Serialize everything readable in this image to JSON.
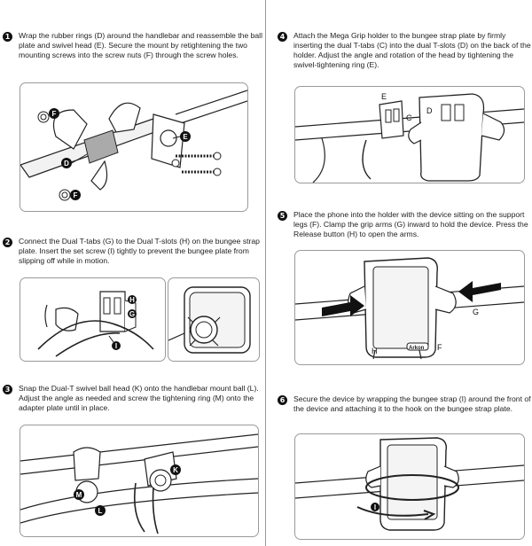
{
  "steps": [
    {
      "number": "1",
      "text": "Wrap the rubber rings (D) around the handlebar and reassemble the ball plate and swivel head (E). Secure the mount by retightening the two mounting screws into the screw nuts (F) through the screw holes."
    },
    {
      "number": "2",
      "text": "Connect the Dual T-tabs (G) to the Dual T-slots (H) on the bungee strap plate. Insert the set screw (I) tightly to prevent the bungee plate from slipping off while in motion."
    },
    {
      "number": "3",
      "text": "Snap the Dual-T swivel ball head (K) onto the handlebar mount ball (L). Adjust the angle as needed and screw the tightening ring (M) onto the adapter plate until in place."
    },
    {
      "number": "4",
      "text": "Attach the Mega Grip holder to the bungee strap plate by firmly inserting the dual T-tabs (C) into the dual T-slots (D) on the back of the holder. Adjust the angle and rotation of the head by tightening the swivel-tightening ring (E)."
    },
    {
      "number": "5",
      "text": "Place the phone into the holder with the device sitting on the support legs (F). Clamp the grip arms (G) inward to hold the device. Press the Release button (H) to open the arms."
    },
    {
      "number": "6",
      "text": "Secure the device by wrapping the bungee strap (I) around the front of the device and attaching it to the hook on the bungee strap plate."
    }
  ],
  "labels": {
    "s1": [
      "F",
      "D",
      "E",
      "F"
    ],
    "s2": [
      "H",
      "G",
      "I"
    ],
    "s3": [
      "K",
      "M",
      "L"
    ],
    "s4": [
      "E",
      "C",
      "D"
    ],
    "s5": [
      "G",
      "H",
      "F"
    ],
    "s6": [
      "I"
    ]
  },
  "brand_text": "Arkon"
}
